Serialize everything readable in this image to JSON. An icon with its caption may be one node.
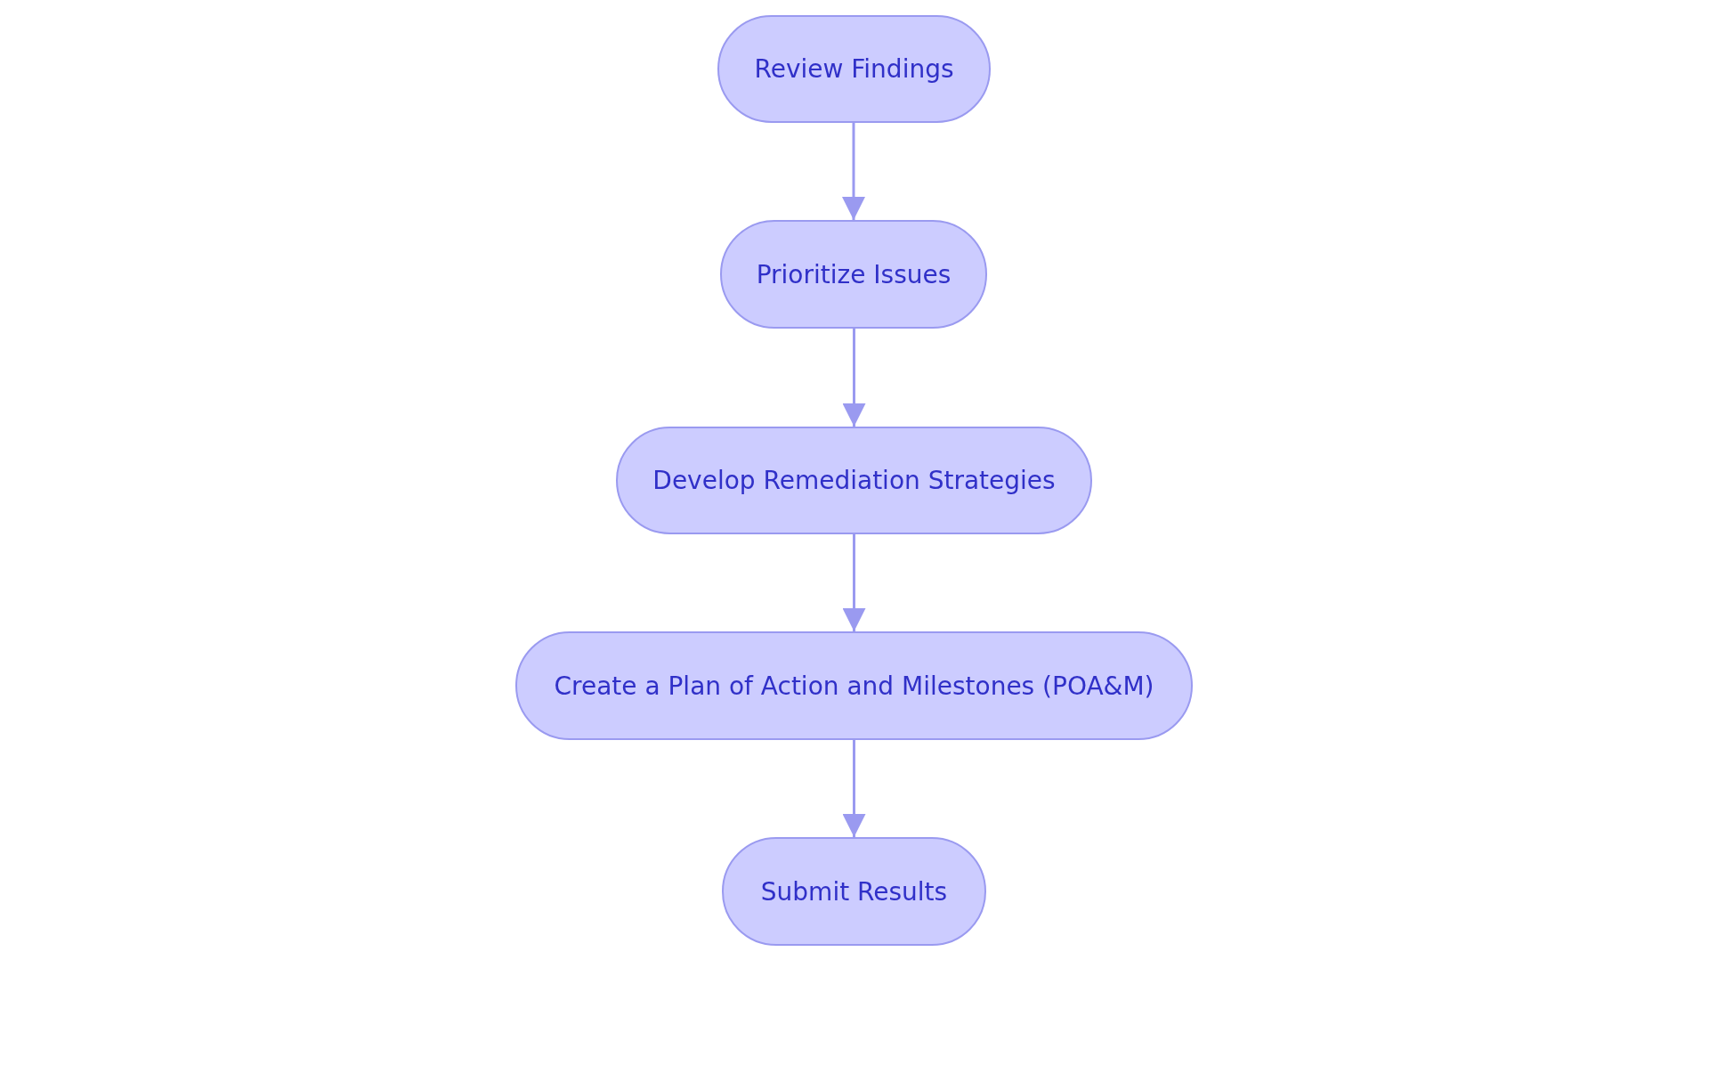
{
  "diagram": {
    "nodes": [
      {
        "text": [
          "Review Findings"
        ]
      },
      {
        "text": [
          "Prioritize Issues"
        ]
      },
      {
        "text": [
          "Develop Remediation Strategies"
        ]
      },
      {
        "text": [
          "Create a Plan of Action and Milestones (POA&M)"
        ]
      },
      {
        "text": [
          "Submit Results"
        ]
      }
    ],
    "edges": [
      {
        "from": 0,
        "to": 1,
        "arrow": "to"
      },
      {
        "from": 1,
        "to": 2,
        "arrow": "to"
      },
      {
        "from": 2,
        "to": 3,
        "arrow": "to"
      },
      {
        "from": 3,
        "to": 4,
        "arrow": "to"
      }
    ]
  }
}
